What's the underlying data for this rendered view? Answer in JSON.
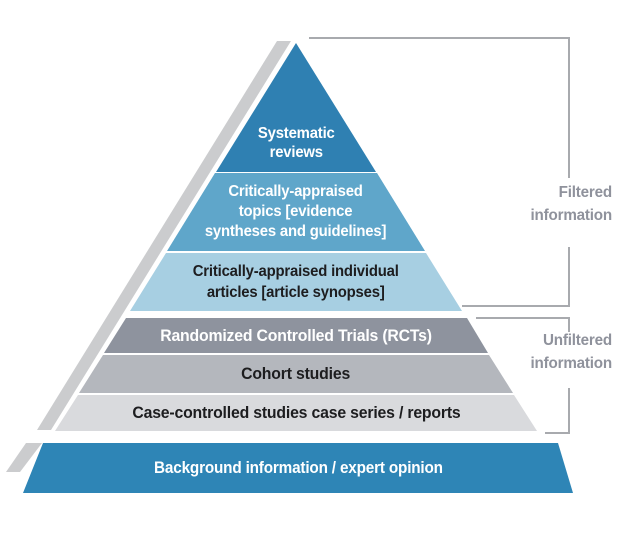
{
  "pyramid": {
    "levels": [
      {
        "id": "systematic-reviews",
        "lines": [
          "Systematic",
          "reviews"
        ],
        "bg": "#2f80b2",
        "fg": "#ffffff",
        "group": "filtered"
      },
      {
        "id": "critically-appraised-topics",
        "lines": [
          "Critically-appraised",
          "topics [evidence",
          "syntheses and guidelines]"
        ],
        "bg": "#5fa6ca",
        "fg": "#ffffff",
        "group": "filtered"
      },
      {
        "id": "critically-appraised-articles",
        "lines": [
          "Critically-appraised individual",
          "articles [article synopses]"
        ],
        "bg": "#a7cfe2",
        "fg": "#1d1d1f",
        "group": "filtered"
      },
      {
        "id": "randomized-controlled-trials",
        "lines": [
          "Randomized Controlled Trials (RCTs)"
        ],
        "bg": "#8e939e",
        "fg": "#ffffff",
        "group": "unfiltered"
      },
      {
        "id": "cohort-studies",
        "lines": [
          "Cohort studies"
        ],
        "bg": "#b4b7bd",
        "fg": "#1d1d1f",
        "group": "unfiltered"
      },
      {
        "id": "case-controlled-studies",
        "lines": [
          "Case-controlled studies case series / reports"
        ],
        "bg": "#d9dadd",
        "fg": "#1d1d1f",
        "group": "unfiltered"
      }
    ],
    "base": {
      "id": "background-information",
      "lines": [
        "Background information / expert opinion"
      ],
      "bg": "#2e85b6",
      "fg": "#ffffff"
    }
  },
  "annotations": {
    "filtered": {
      "lines": [
        "Filtered",
        "information"
      ]
    },
    "unfiltered": {
      "lines": [
        "Unfiltered",
        "information"
      ]
    },
    "label_color": "#8f929c",
    "line_color": "#a8aaae"
  },
  "shadow_color": "#cbccce"
}
